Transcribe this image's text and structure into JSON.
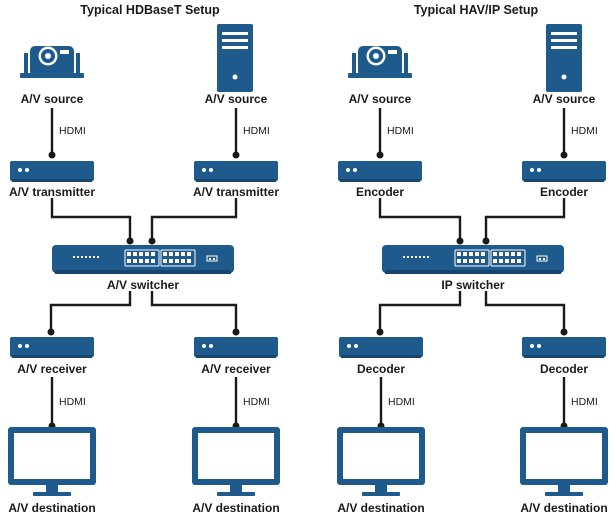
{
  "left": {
    "title": "Typical HDBaseT Setup",
    "source_left": "A/V source",
    "source_right": "A/V source",
    "cable1": "HDMI",
    "cable2": "HDMI",
    "tx_left": "A/V transmitter",
    "tx_right": "A/V transmitter",
    "switch": "A/V switcher",
    "rx_left": "A/V receiver",
    "rx_right": "A/V receiver",
    "cable3": "HDMI",
    "cable4": "HDMI",
    "dest_left": "A/V destination",
    "dest_right": "A/V destination"
  },
  "right": {
    "title": "Typical HAV/IP Setup",
    "source_left": "A/V source",
    "source_right": "A/V source",
    "cable1": "HDMI",
    "cable2": "HDMI",
    "tx_left": "Encoder",
    "tx_right": "Encoder",
    "switch": "IP switcher",
    "rx_left": "Decoder",
    "rx_right": "Decoder",
    "cable3": "HDMI",
    "cable4": "HDMI",
    "dest_left": "A/V destination",
    "dest_right": "A/V destination"
  },
  "colors": {
    "device_blue": "#1f5a8c",
    "wire": "#1a1a1a"
  },
  "icons": [
    "camera-icon",
    "tower-computer-icon",
    "network-box-icon",
    "switch-icon",
    "monitor-icon"
  ]
}
